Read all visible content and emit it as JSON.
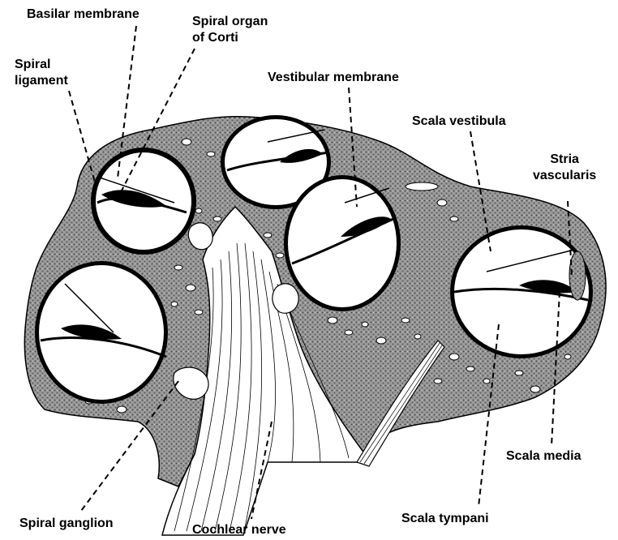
{
  "labels": {
    "basilar_membrane": "Basilar membrane",
    "spiral_organ_line1": "Spiral organ",
    "spiral_organ_line2": "of Corti",
    "spiral_ligament_line1": "Spiral",
    "spiral_ligament_line2": "ligament",
    "vestibular_membrane": "Vestibular membrane",
    "scala_vestibula": "Scala vestibula",
    "stria_vascularis_line1": "Stria",
    "stria_vascularis_line2": "vascularis",
    "scala_media": "Scala media",
    "spiral_ganglion": "Spiral ganglion",
    "cochlear_nerve": "Cochlear nerve",
    "scala_tympani": "Scala tympani"
  },
  "colors": {
    "ink": "#000000",
    "tissue_shading": "#7a7a7a",
    "background": "#ffffff"
  }
}
